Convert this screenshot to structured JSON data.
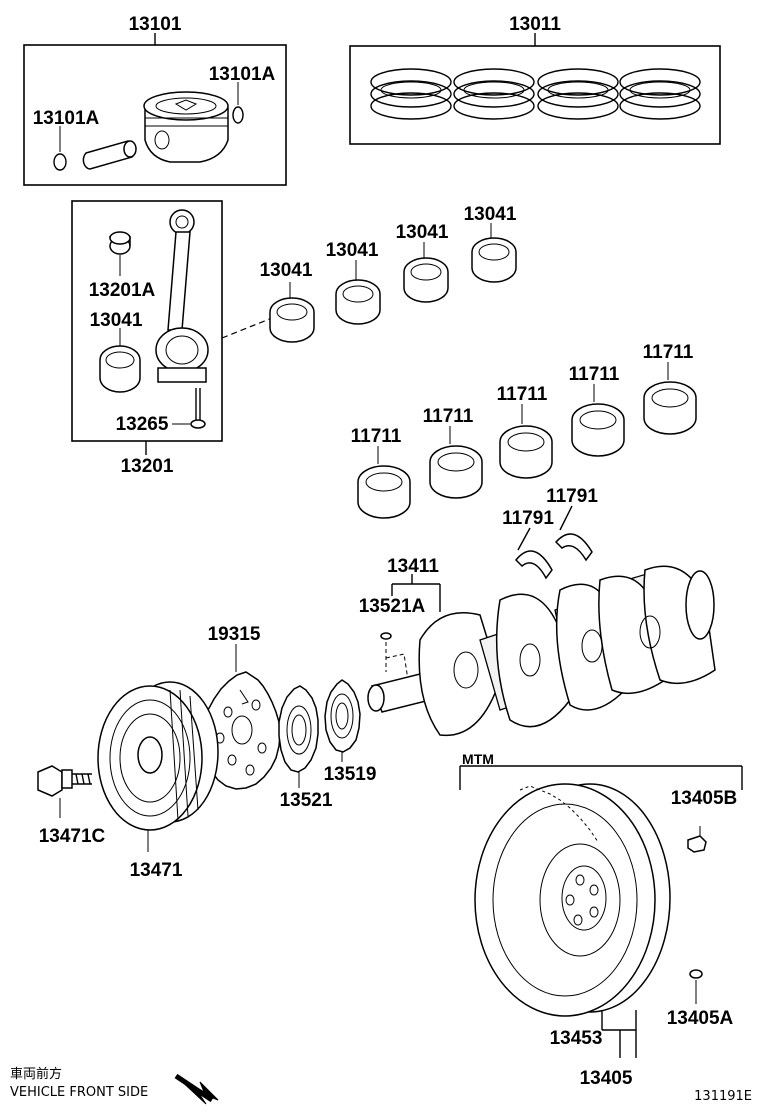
{
  "labels": {
    "piston_set": "13101",
    "snap_ring_right": "13101A",
    "snap_ring_left": "13101A",
    "ring_set": "13011",
    "conrod_bushing": "13201A",
    "conrod_bearing_in_box": "13041",
    "conrod_bolt": "13265",
    "conrod_assy": "13201",
    "bearing_1": "13041",
    "bearing_2": "13041",
    "bearing_3": "13041",
    "bearing_4": "13041",
    "main_bearing_1": "11711",
    "main_bearing_2": "11711",
    "main_bearing_3": "11711",
    "main_bearing_4": "11711",
    "main_bearing_5": "11711",
    "thrust_washer_1": "11791",
    "thrust_washer_2": "11791",
    "crankshaft": "13411",
    "key": "13521A",
    "timing_rotor": "19315",
    "crank_gear": "13521",
    "crank_sprocket": "13519",
    "pulley_bolt": "13471C",
    "pulley": "13471",
    "mtm": "MTM",
    "flywheel_bolt": "13405B",
    "flywheel_pin": "13405A",
    "ring_gear": "13453",
    "flywheel": "13405"
  },
  "footer": {
    "jp_text": "車両前方",
    "en_text": "VEHICLE FRONT SIDE",
    "diagram_code": "131191E"
  }
}
